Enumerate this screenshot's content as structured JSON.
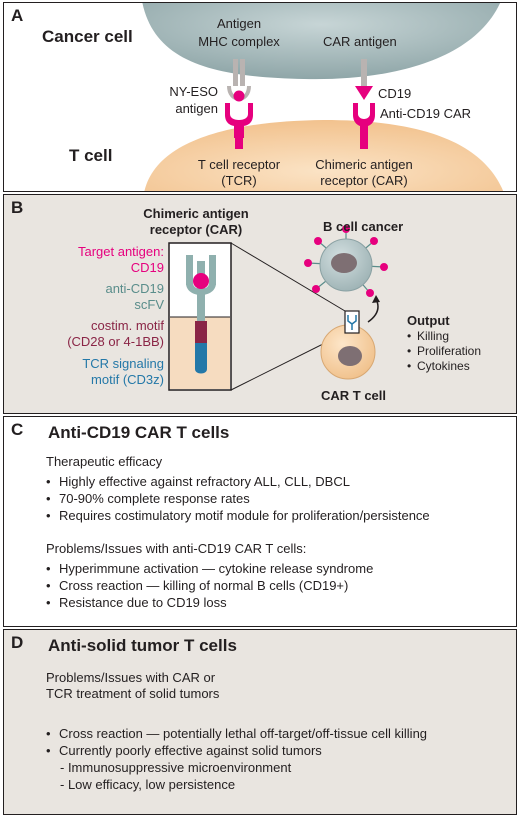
{
  "panel_a": {
    "letter": "A",
    "cancer_cell": "Cancer cell",
    "t_cell": "T cell",
    "mhc_label": "Antigen\nMHC complex",
    "car_antigen": "CAR antigen",
    "nyeso": "NY-ESO\nantigen",
    "cd19": "CD19",
    "anti_cd19_car": "Anti-CD19 CAR",
    "tcr": "T cell receptor\n(TCR)",
    "car": "Chimeric antigen\nreceptor (CAR)"
  },
  "panel_b": {
    "letter": "B",
    "car_title": "Chimeric antigen\nreceptor (CAR)",
    "target": "Target antigen:\nCD19",
    "scfv": "anti-CD19\nscFV",
    "costim": "costim. motif\n(CD28 or 4-1BB)",
    "tcr_sig": "TCR signaling\nmotif (CD3z)",
    "b_cell_cancer": "B cell cancer",
    "car_t_cell": "CAR T cell",
    "output_title": "Output",
    "outputs": [
      "Killing",
      "Proliferation",
      "Cytokines"
    ]
  },
  "panel_c": {
    "letter": "C",
    "title": "Anti-CD19 CAR T cells",
    "efficacy_heading": "Therapeutic efficacy",
    "efficacy_items": [
      "Highly effective against refractory ALL, CLL, DBCL",
      "70-90% complete response rates",
      "Requires costimulatory motif module for proliferation/persistence"
    ],
    "problems_heading": "Problems/Issues with anti-CD19 CAR T cells:",
    "problem_items": [
      "Hyperimmune activation — cytokine release syndrome",
      "Cross reaction — killing of normal B cells (CD19+)",
      "Resistance due to CD19 loss"
    ]
  },
  "panel_d": {
    "letter": "D",
    "title": "Anti-solid tumor T cells",
    "problems_heading": "Problems/Issues with CAR or\nTCR treatment of solid tumors",
    "items": [
      "Cross reaction — potentially lethal off-target/off-tissue cell killing",
      "Currently poorly effective against solid tumors"
    ],
    "sub_items": [
      "- Immunosuppressive microenvironment",
      "- Low efficacy, low persistence"
    ]
  },
  "colors": {
    "cancer_cell": "#a9bcbe",
    "t_cell": "#f6d2a8",
    "receptor": "#e6007e",
    "mhc": "#b9b3b1",
    "scfv": "#5a8d8b",
    "costim": "#8a2546",
    "signaling": "#2478a8"
  }
}
